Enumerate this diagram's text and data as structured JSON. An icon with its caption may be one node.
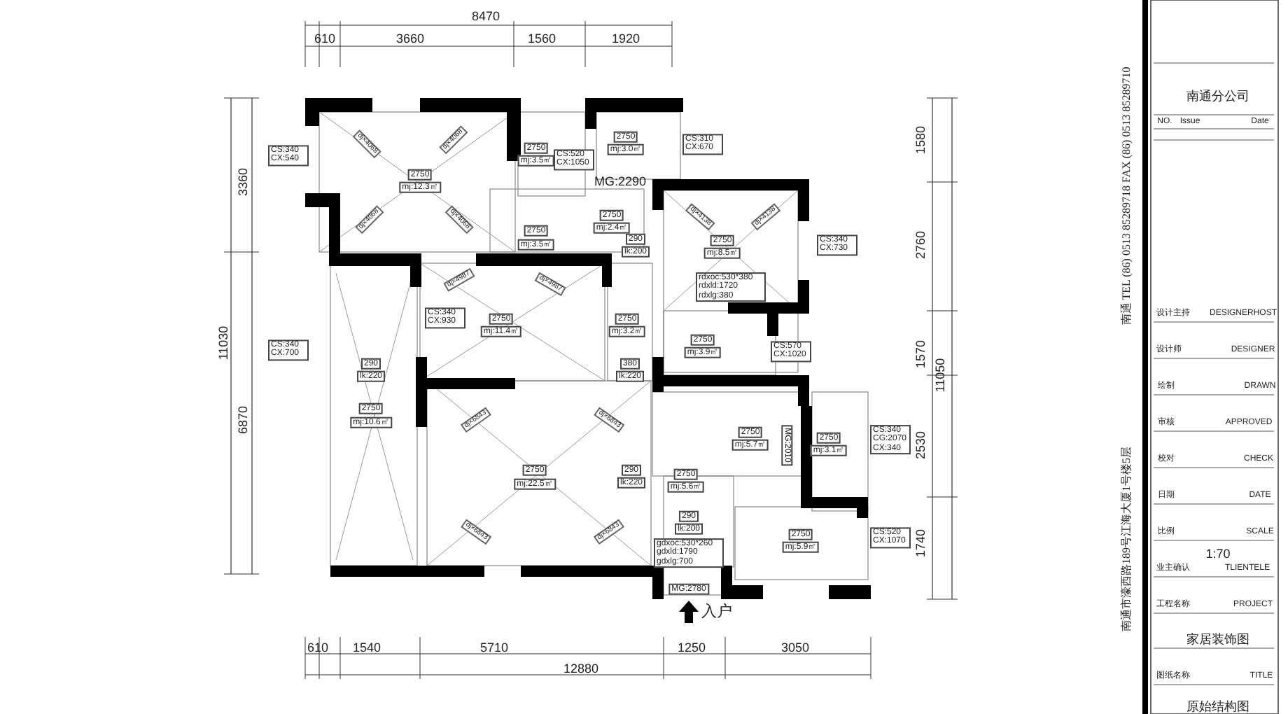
{
  "diagram": {
    "labels": [
      "8470",
      "610",
      "3660",
      "1560",
      "1920",
      "3360",
      "11030",
      "6870",
      "1580",
      "2760",
      "1570",
      "2530",
      "1740",
      "11050",
      "CS:340 CX:540",
      "dj×4068",
      "dj×4068",
      "2750",
      "mj:12.3㎡",
      "dj×4068",
      "dj×4068",
      "2750",
      "mj:3.5㎡",
      "CS:520 CX:1050",
      "2750",
      "mj:3.0㎡",
      "CS:310 CX:670",
      "MG:2290",
      "2750",
      "mj:3.5㎡",
      "2750",
      "mj:2.4㎡",
      "290",
      "lk:200",
      "dj×4138",
      "dj×4138",
      "2750",
      "mj:8.5㎡",
      "CS:340 CX:730",
      "rdxoc:530*380 rdxld:1720 rdxlg:380",
      "dj×4987",
      "dj×4987",
      "CS:340 CX:930",
      "2750",
      "mj:11.4㎡",
      "2750",
      "mj:3.2㎡",
      "CS:340 CX:700",
      "290",
      "lk:220",
      "380",
      "lk:220",
      "2750",
      "mj:3.9㎡",
      "CS:570 CX:1020",
      "2750",
      "mj:10.6㎡",
      "dj×6843",
      "dj×6843",
      "2750",
      "mj:22.5㎡",
      "290",
      "lk:220",
      "2750",
      "mj:5.7㎡",
      "MG:2010",
      "2750",
      "mj:3.1㎡",
      "CS:340 CG:2070 CX:340",
      "2750",
      "mj:5.6㎡",
      "dj×6843",
      "dj×6843",
      "290",
      "lk:200",
      "2750",
      "mj:5.9㎡",
      "CS:520 CX:1070",
      "gdxoc:530*260 gdxld:1790 gdxlg:700",
      "MG:2780",
      "入户",
      "610",
      "1540",
      "5710",
      "1250",
      "3050",
      "12880",
      "南通分公司",
      "NO.",
      "Issue",
      "Date",
      "设计主持",
      "DESIGNERHOST",
      "设计师",
      "DESIGNER",
      "绘制",
      "DRAWN",
      "审核",
      "APPROVED",
      "校对",
      "CHECK",
      "日期",
      "DATE",
      "比例",
      "SCALE",
      "1:70",
      "业主确认",
      "TLIENTELE",
      "工程名称",
      "PROJECT",
      "家居装饰图",
      "图纸名称",
      "TITLE",
      "原始结构图",
      "南通 TEL (86) 0513 85289718 FAX (86) 0513 85289710",
      "南通市濠西路189号江海大厦1号楼5层"
    ]
  }
}
